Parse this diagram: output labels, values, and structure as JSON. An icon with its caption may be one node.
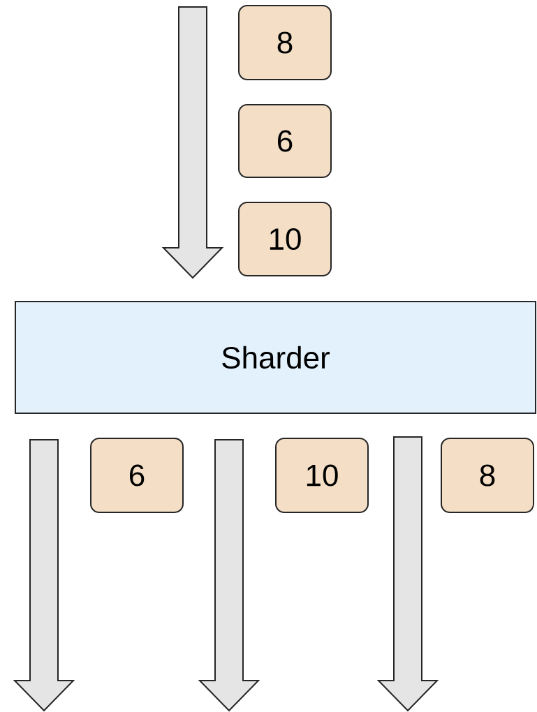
{
  "diagram": {
    "nodes": [
      {
        "text": [
          "8"
        ]
      },
      {
        "text": [
          "6"
        ]
      },
      {
        "text": [
          "10"
        ]
      },
      {
        "text": [
          "Sharder"
        ]
      },
      {
        "text": [
          "6"
        ]
      },
      {
        "text": [
          "10"
        ]
      },
      {
        "text": [
          "8"
        ]
      }
    ]
  }
}
